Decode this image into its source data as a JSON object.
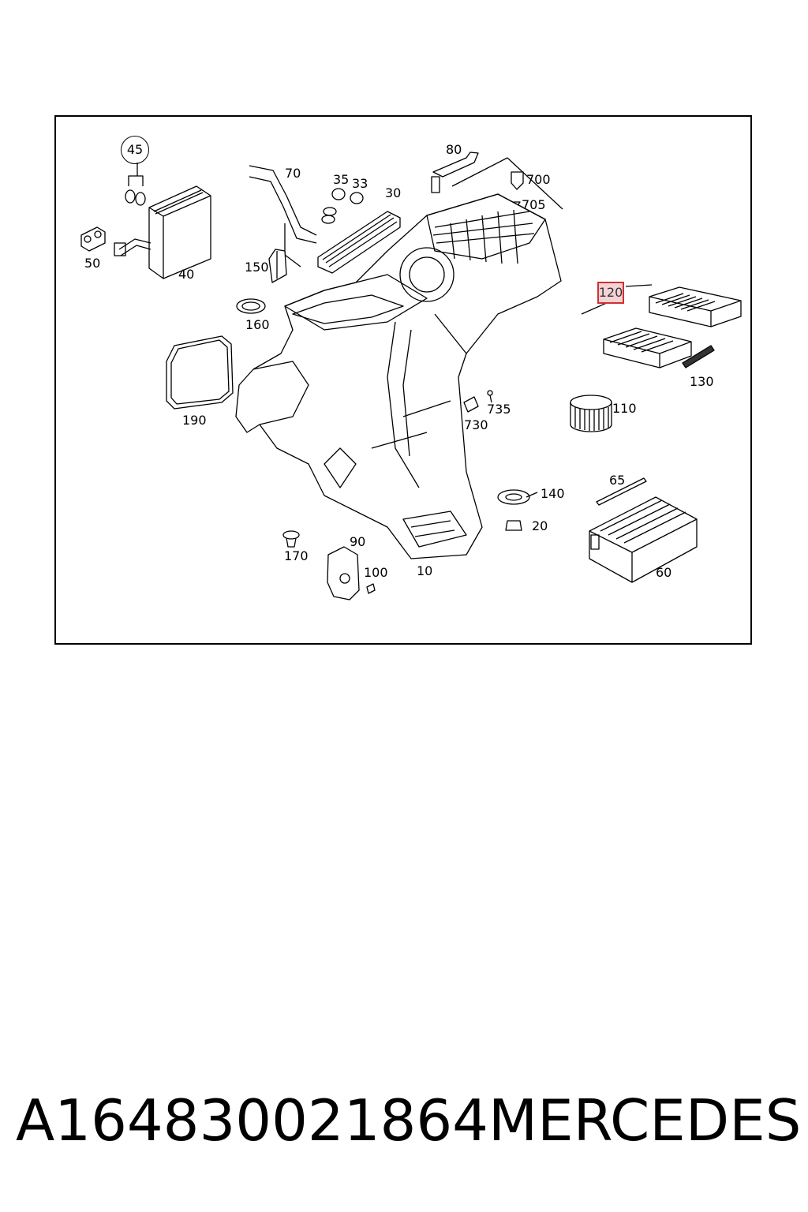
{
  "diagram": {
    "callouts": [
      {
        "id": "45",
        "label": "45"
      },
      {
        "id": "70",
        "label": "70"
      },
      {
        "id": "80",
        "label": "80"
      },
      {
        "id": "35",
        "label": "35"
      },
      {
        "id": "33",
        "label": "33"
      },
      {
        "id": "30",
        "label": "30"
      },
      {
        "id": "700",
        "label": "700"
      },
      {
        "id": "705",
        "label": "705"
      },
      {
        "id": "50",
        "label": "50"
      },
      {
        "id": "40",
        "label": "40"
      },
      {
        "id": "150",
        "label": "150"
      },
      {
        "id": "160",
        "label": "160"
      },
      {
        "id": "120",
        "label": "120"
      },
      {
        "id": "130",
        "label": "130"
      },
      {
        "id": "190",
        "label": "190"
      },
      {
        "id": "735",
        "label": "735"
      },
      {
        "id": "730",
        "label": "730"
      },
      {
        "id": "110",
        "label": "110"
      },
      {
        "id": "65",
        "label": "65"
      },
      {
        "id": "140",
        "label": "140"
      },
      {
        "id": "20",
        "label": "20"
      },
      {
        "id": "170",
        "label": "170"
      },
      {
        "id": "90",
        "label": "90"
      },
      {
        "id": "100",
        "label": "100"
      },
      {
        "id": "10",
        "label": "10"
      },
      {
        "id": "60",
        "label": "60"
      }
    ],
    "highlighted_part": "120",
    "highlight_color": "#d32f2f"
  },
  "footer": {
    "part_number": "A164830021864",
    "brand": "MERCEDES"
  }
}
